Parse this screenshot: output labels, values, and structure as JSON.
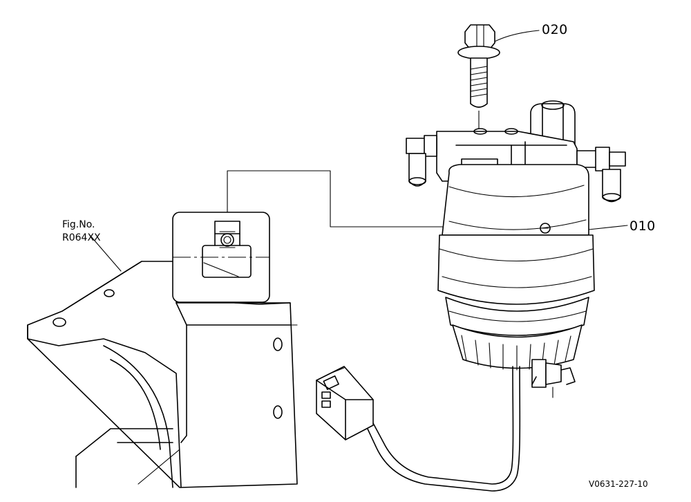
{
  "parts": [
    {
      "number": "020"
    },
    {
      "number": "010"
    }
  ],
  "figure_reference": {
    "line1": "Fig.No.",
    "line2": "R064XX"
  },
  "drawing_code": "V0631-227-10"
}
